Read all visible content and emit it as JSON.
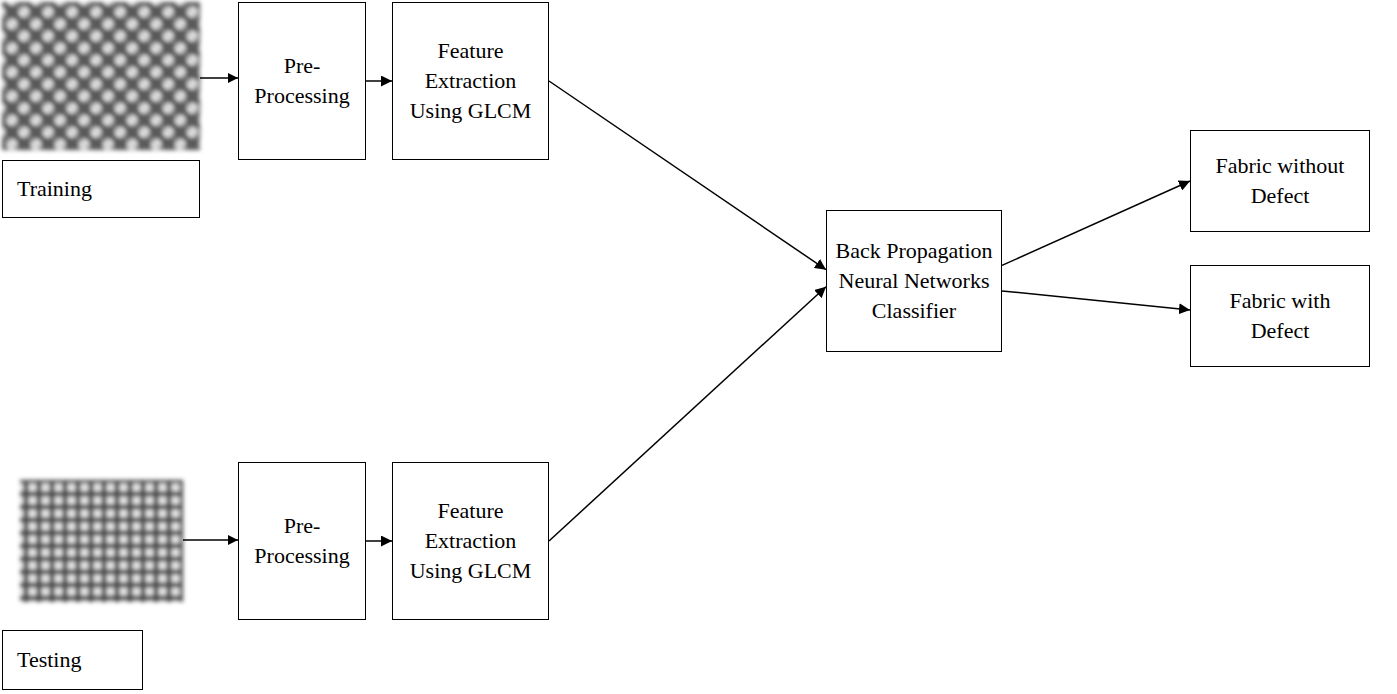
{
  "diagram": {
    "nodes": [
      {
        "text": [
          "Pre-Processing"
        ]
      },
      {
        "text": [
          "Feature Extraction Using GLCM"
        ]
      },
      {
        "text": [
          "Fabric without Defect"
        ]
      },
      {
        "text": [
          "Training"
        ]
      },
      {
        "text": [
          "Back Propagation Neural Networks Classifier"
        ]
      },
      {
        "text": [
          "Fabric with Defect"
        ]
      },
      {
        "text": [
          "Pre-Processing"
        ]
      },
      {
        "text": [
          "Feature Extraction Using GLCM"
        ]
      },
      {
        "text": [
          "Testing"
        ]
      }
    ],
    "edges": [
      {
        "from": 0,
        "to": 1,
        "arrow": "to"
      },
      {
        "from": 1,
        "to": 4,
        "arrow": "to"
      },
      {
        "from": 4,
        "to": 2,
        "arrow": "to"
      },
      {
        "from": 4,
        "to": 5,
        "arrow": "to"
      },
      {
        "from": 6,
        "to": 7,
        "arrow": "to"
      },
      {
        "from": 7,
        "to": 4,
        "arrow": "to"
      }
    ]
  }
}
